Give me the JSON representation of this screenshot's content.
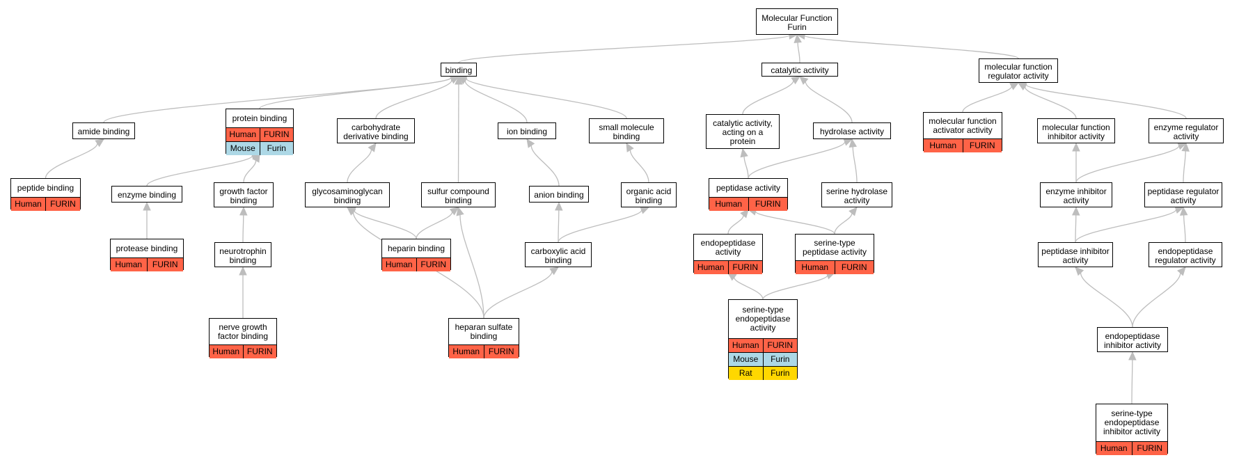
{
  "colors": {
    "Human": "#ff6347",
    "Mouse": "#add8e6",
    "Rat": "#ffd700",
    "edge": "#bdbdbd"
  },
  "nodes": {
    "mf": {
      "label": [
        "Molecular Function",
        "Furin"
      ]
    },
    "binding": {
      "label": [
        "binding"
      ]
    },
    "cat": {
      "label": [
        "catalytic activity"
      ]
    },
    "mfreg": {
      "label": [
        "molecular function",
        "regulator activity"
      ]
    },
    "amide": {
      "label": [
        "amide binding"
      ]
    },
    "prot": {
      "label": [
        "protein binding"
      ],
      "rows": [
        [
          "Human",
          "FURIN"
        ],
        [
          "Mouse",
          "Furin"
        ]
      ]
    },
    "carbo": {
      "label": [
        "carbohydrate",
        "derivative binding"
      ]
    },
    "ion": {
      "label": [
        "ion binding"
      ]
    },
    "smallmol": {
      "label": [
        "small molecule",
        "binding"
      ]
    },
    "catprot": {
      "label": [
        "catalytic activity,",
        "acting on a",
        "protein"
      ]
    },
    "hydro": {
      "label": [
        "hydrolase activity"
      ]
    },
    "mfact": {
      "label": [
        "molecular function",
        "activator activity"
      ],
      "rows": [
        [
          "Human",
          "FURIN"
        ]
      ]
    },
    "mfinh": {
      "label": [
        "molecular function",
        "inhibitor activity"
      ]
    },
    "enzreg": {
      "label": [
        "enzyme regulator",
        "activity"
      ]
    },
    "pepbind": {
      "label": [
        "peptide binding"
      ],
      "rows": [
        [
          "Human",
          "FURIN"
        ]
      ]
    },
    "enzbind": {
      "label": [
        "enzyme binding"
      ]
    },
    "gfbind": {
      "label": [
        "growth factor",
        "binding"
      ]
    },
    "gag": {
      "label": [
        "glycosaminoglycan",
        "binding"
      ]
    },
    "sulfur": {
      "label": [
        "sulfur compound",
        "binding"
      ]
    },
    "anion": {
      "label": [
        "anion binding"
      ]
    },
    "organic": {
      "label": [
        "organic acid",
        "binding"
      ]
    },
    "pepact": {
      "label": [
        "peptidase activity"
      ],
      "rows": [
        [
          "Human",
          "FURIN"
        ]
      ]
    },
    "serhyd": {
      "label": [
        "serine hydrolase",
        "activity"
      ]
    },
    "enzinh": {
      "label": [
        "enzyme inhibitor",
        "activity"
      ]
    },
    "pepreg": {
      "label": [
        "peptidase regulator",
        "activity"
      ]
    },
    "protease": {
      "label": [
        "protease binding"
      ],
      "rows": [
        [
          "Human",
          "FURIN"
        ]
      ]
    },
    "neuro": {
      "label": [
        "neurotrophin",
        "binding"
      ]
    },
    "heparin": {
      "label": [
        "heparin binding"
      ],
      "rows": [
        [
          "Human",
          "FURIN"
        ]
      ]
    },
    "carbox": {
      "label": [
        "carboxylic acid",
        "binding"
      ]
    },
    "endopep": {
      "label": [
        "endopeptidase",
        "activity"
      ],
      "rows": [
        [
          "Human",
          "FURIN"
        ]
      ]
    },
    "serpep": {
      "label": [
        "serine-type",
        "peptidase activity"
      ],
      "rows": [
        [
          "Human",
          "FURIN"
        ]
      ]
    },
    "pepinh": {
      "label": [
        "peptidase inhibitor",
        "activity"
      ]
    },
    "endoreg": {
      "label": [
        "endopeptidase",
        "regulator activity"
      ]
    },
    "ngf": {
      "label": [
        "nerve growth",
        "factor binding"
      ],
      "rows": [
        [
          "Human",
          "FURIN"
        ]
      ]
    },
    "heparan": {
      "label": [
        "heparan sulfate",
        "binding"
      ],
      "rows": [
        [
          "Human",
          "FURIN"
        ]
      ]
    },
    "serendo": {
      "label": [
        "serine-type",
        "endopeptidase",
        "activity"
      ],
      "rows": [
        [
          "Human",
          "FURIN"
        ],
        [
          "Mouse",
          "Furin"
        ],
        [
          "Rat",
          "Furin"
        ]
      ]
    },
    "endoinh": {
      "label": [
        "endopeptidase",
        "inhibitor activity"
      ]
    },
    "serendoinh": {
      "label": [
        "serine-type",
        "endopeptidase",
        "inhibitor activity"
      ],
      "rows": [
        [
          "Human",
          "FURIN"
        ]
      ]
    }
  },
  "edges": [
    [
      "binding",
      "mf"
    ],
    [
      "cat",
      "mf"
    ],
    [
      "mfreg",
      "mf"
    ],
    [
      "amide",
      "binding"
    ],
    [
      "prot",
      "binding"
    ],
    [
      "carbo",
      "binding"
    ],
    [
      "ion",
      "binding"
    ],
    [
      "smallmol",
      "binding"
    ],
    [
      "sulfur",
      "binding"
    ],
    [
      "catprot",
      "cat"
    ],
    [
      "hydro",
      "cat"
    ],
    [
      "mfact",
      "mfreg"
    ],
    [
      "mfinh",
      "mfreg"
    ],
    [
      "enzreg",
      "mfreg"
    ],
    [
      "pepbind",
      "amide"
    ],
    [
      "enzbind",
      "prot"
    ],
    [
      "gfbind",
      "prot"
    ],
    [
      "gag",
      "carbo"
    ],
    [
      "anion",
      "ion"
    ],
    [
      "organic",
      "smallmol"
    ],
    [
      "pepact",
      "catprot"
    ],
    [
      "pepact",
      "hydro"
    ],
    [
      "serhyd",
      "hydro"
    ],
    [
      "enzinh",
      "mfinh"
    ],
    [
      "enzinh",
      "enzreg"
    ],
    [
      "pepreg",
      "enzreg"
    ],
    [
      "protease",
      "enzbind"
    ],
    [
      "neuro",
      "gfbind"
    ],
    [
      "ngf",
      "neuro"
    ],
    [
      "heparin",
      "gag"
    ],
    [
      "heparin",
      "sulfur"
    ],
    [
      "heparan",
      "gag"
    ],
    [
      "heparan",
      "sulfur"
    ],
    [
      "heparan",
      "carbox"
    ],
    [
      "carbox",
      "anion"
    ],
    [
      "carbox",
      "organic"
    ],
    [
      "endopep",
      "pepact"
    ],
    [
      "serpep",
      "pepact"
    ],
    [
      "serpep",
      "serhyd"
    ],
    [
      "serendo",
      "endopep"
    ],
    [
      "serendo",
      "serpep"
    ],
    [
      "pepinh",
      "enzinh"
    ],
    [
      "pepinh",
      "pepreg"
    ],
    [
      "endoreg",
      "pepreg"
    ],
    [
      "endoinh",
      "pepinh"
    ],
    [
      "endoinh",
      "endoreg"
    ],
    [
      "serendoinh",
      "endoinh"
    ]
  ]
}
